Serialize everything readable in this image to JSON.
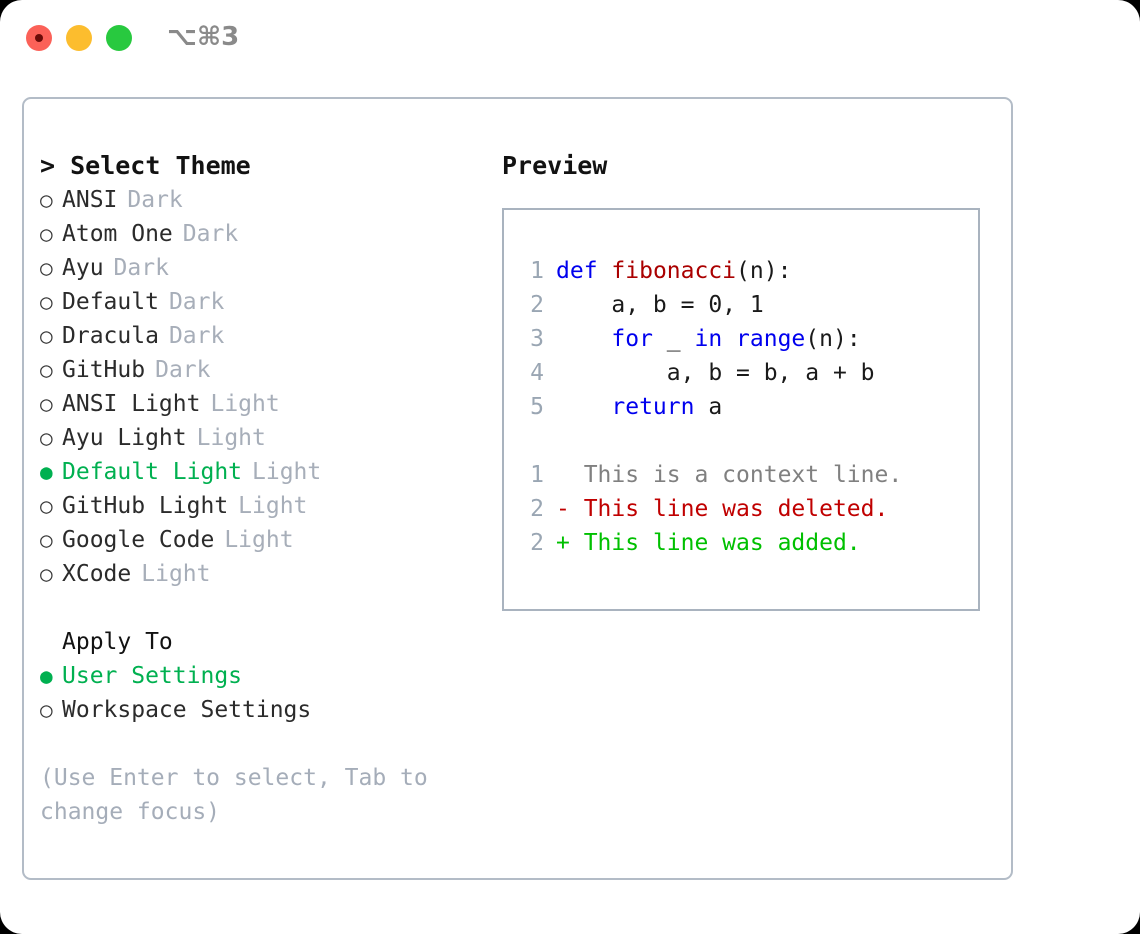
{
  "window": {
    "shortcut_label": "⌥⌘3",
    "traffic_lights": [
      "close",
      "minimize",
      "zoom"
    ]
  },
  "theme_selector": {
    "header": "> Select Theme",
    "items": [
      {
        "bullet": "○",
        "label": "ANSI",
        "tag": "Dark",
        "selected": false
      },
      {
        "bullet": "○",
        "label": "Atom One",
        "tag": "Dark",
        "selected": false
      },
      {
        "bullet": "○",
        "label": "Ayu",
        "tag": "Dark",
        "selected": false
      },
      {
        "bullet": "○",
        "label": "Default",
        "tag": "Dark",
        "selected": false
      },
      {
        "bullet": "○",
        "label": "Dracula",
        "tag": "Dark",
        "selected": false
      },
      {
        "bullet": "○",
        "label": "GitHub",
        "tag": "Dark",
        "selected": false
      },
      {
        "bullet": "○",
        "label": "ANSI Light",
        "tag": "Light",
        "selected": false
      },
      {
        "bullet": "○",
        "label": "Ayu Light",
        "tag": "Light",
        "selected": false
      },
      {
        "bullet": "●",
        "label": "Default Light",
        "tag": "Light",
        "selected": true
      },
      {
        "bullet": "○",
        "label": "GitHub Light",
        "tag": "Light",
        "selected": false
      },
      {
        "bullet": "○",
        "label": "Google Code",
        "tag": "Light",
        "selected": false
      },
      {
        "bullet": "○",
        "label": "XCode",
        "tag": "Light",
        "selected": false
      }
    ]
  },
  "apply_to": {
    "header": "Apply To",
    "items": [
      {
        "bullet": "●",
        "label": "User Settings",
        "selected": true
      },
      {
        "bullet": "○",
        "label": "Workspace Settings",
        "selected": false
      }
    ]
  },
  "hint": "(Use Enter to select, Tab to change focus)",
  "preview": {
    "title": "Preview",
    "code_lines": [
      {
        "no": "1",
        "tokens": [
          {
            "t": "def",
            "c": "kw"
          },
          {
            "t": " ",
            "c": "plain"
          },
          {
            "t": "fibonacci",
            "c": "fn"
          },
          {
            "t": "(n):",
            "c": "plain"
          }
        ]
      },
      {
        "no": "2",
        "tokens": [
          {
            "t": "    a, b = 0, 1",
            "c": "plain"
          }
        ]
      },
      {
        "no": "3",
        "tokens": [
          {
            "t": "    ",
            "c": "plain"
          },
          {
            "t": "for",
            "c": "kw"
          },
          {
            "t": " _ ",
            "c": "plain"
          },
          {
            "t": "in",
            "c": "kw"
          },
          {
            "t": " ",
            "c": "plain"
          },
          {
            "t": "range",
            "c": "kw"
          },
          {
            "t": "(n):",
            "c": "plain"
          }
        ]
      },
      {
        "no": "4",
        "tokens": [
          {
            "t": "        a, b = b, a + b",
            "c": "plain"
          }
        ]
      },
      {
        "no": "5",
        "tokens": [
          {
            "t": "    ",
            "c": "plain"
          },
          {
            "t": "return",
            "c": "kw"
          },
          {
            "t": " a",
            "c": "plain"
          }
        ]
      }
    ],
    "diff_lines": [
      {
        "no": "1",
        "marker": "  ",
        "text": "This is a context line.",
        "c": "ctx"
      },
      {
        "no": "2",
        "marker": "- ",
        "text": "This line was deleted.",
        "c": "del"
      },
      {
        "no": "2",
        "marker": "+ ",
        "text": "This line was added.",
        "c": "add"
      }
    ]
  },
  "colors": {
    "accent_green": "#00b050",
    "keyword_blue": "#0000ee",
    "function_red": "#aa0000",
    "diff_delete": "#c00000",
    "diff_add": "#00c000",
    "muted_gray": "#a7aeb9",
    "border": "#b3bcc7"
  }
}
